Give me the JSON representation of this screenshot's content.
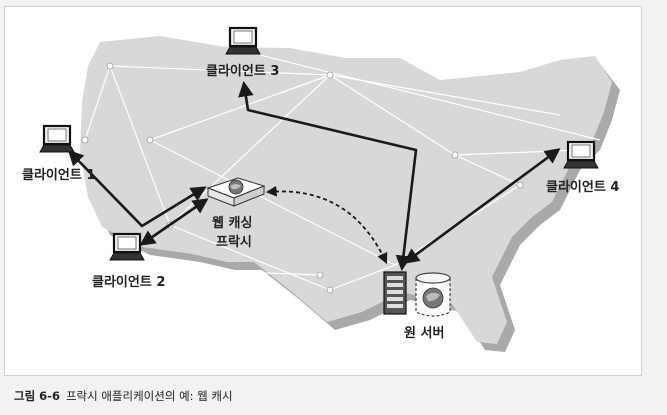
{
  "labels": {
    "client1": "클라이언트 1",
    "client2": "클라이언트 2",
    "client3": "클라이언트 3",
    "client4": "클라이언트 4",
    "proxy_line1": "웹 캐싱",
    "proxy_line2": "프락시",
    "origin_server": "원 서버"
  },
  "caption": {
    "number": "그림 6-6",
    "text": "프락시 애플리케이션의 예: 웹 캐시"
  },
  "colors": {
    "map_fill": "#d8d8d8",
    "map_shadow": "#a9a9a9",
    "arrow": "#1a1a1a",
    "network_line": "#ffffff"
  },
  "icons": {
    "client": "computer-monitor-icon",
    "proxy": "caching-proxy-box-icon",
    "server": "server-tower-icon",
    "globe": "globe-icon",
    "database": "database-icon"
  }
}
